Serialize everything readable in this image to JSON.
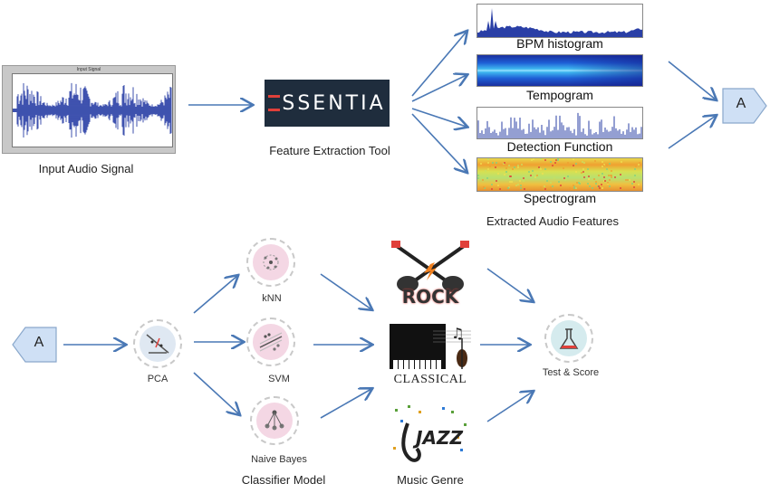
{
  "input": {
    "plot_title": "Input Signal",
    "label": "Input Audio Signal"
  },
  "tool": {
    "logo_text": "SSENTIA",
    "label": "Feature Extraction Tool"
  },
  "features": {
    "items": [
      {
        "title": "BPM histogram"
      },
      {
        "title": "Tempogram"
      },
      {
        "title": "Detection Function"
      },
      {
        "title": "Spectrogram"
      }
    ],
    "label": "Extracted Audio Features"
  },
  "connector": {
    "letter": "A"
  },
  "pca": {
    "label": "PCA"
  },
  "classifiers": {
    "items": [
      {
        "label": "kNN"
      },
      {
        "label": "SVM"
      },
      {
        "label": "Naive Bayes"
      }
    ],
    "label": "Classifier Model"
  },
  "genres": {
    "items": [
      {
        "text": "ROCK"
      },
      {
        "text": "CLASSICAL"
      },
      {
        "text": "JAZZ"
      }
    ],
    "label": "Music Genre"
  },
  "score": {
    "label": "Test & Score"
  },
  "colors": {
    "arrow": "#4a78b5",
    "waveform": "#2a3fa6",
    "essentia_bg": "#1f2d3d",
    "essentia_accent": "#e0403a",
    "connector_fill": "#cfe0f5"
  }
}
